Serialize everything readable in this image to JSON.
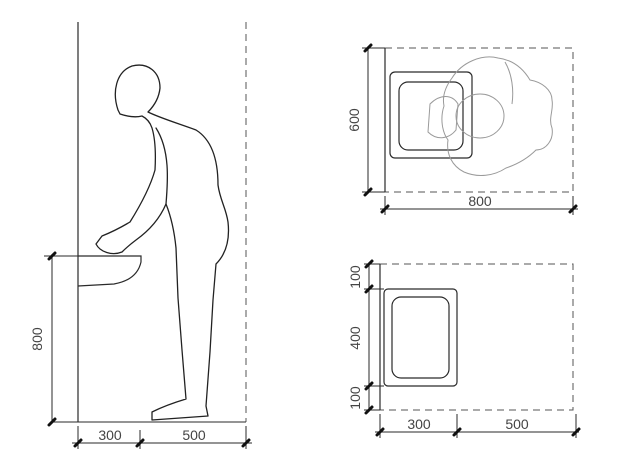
{
  "side_view": {
    "height_label": "800",
    "width_labels": [
      "300",
      "500"
    ]
  },
  "plan_view_with_person": {
    "depth_label": "600",
    "width_label": "800"
  },
  "plan_view_basin": {
    "depth_labels": [
      "100",
      "400",
      "100"
    ],
    "width_labels": [
      "300",
      "500"
    ]
  }
}
